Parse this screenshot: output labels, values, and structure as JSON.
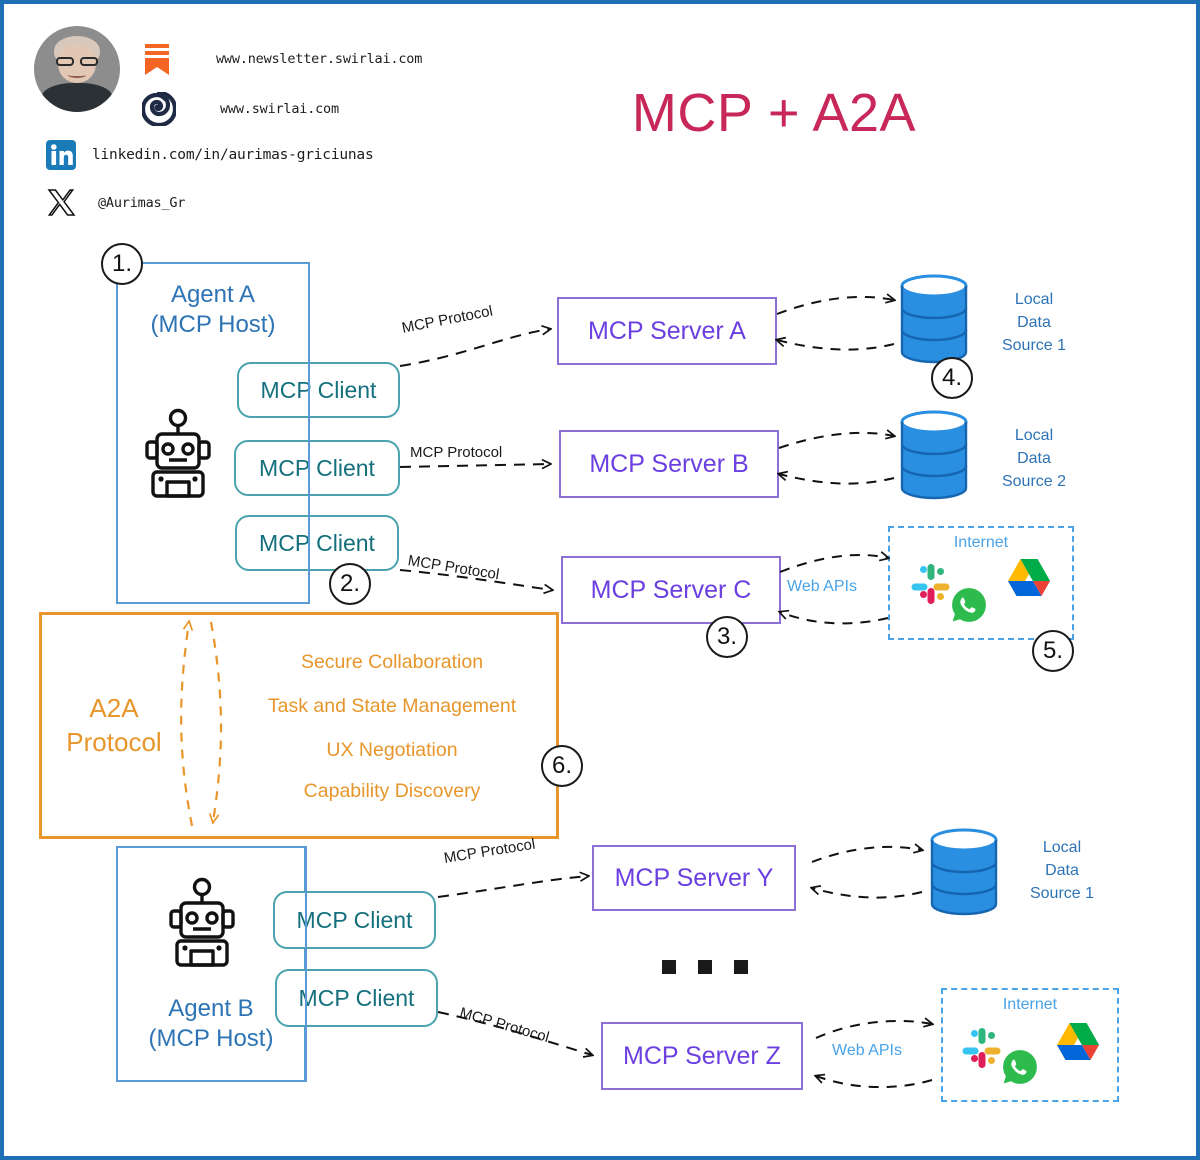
{
  "branding": {
    "newsletter": "www.newsletter.swirlai.com",
    "website": "www.swirlai.com",
    "linkedin": "linkedin.com/in/aurimas-griciunas",
    "twitter": "@Aurimas_Gr"
  },
  "title": "MCP + A2A",
  "colors": {
    "frame": "#1f6fb4",
    "title": "#c8275a",
    "host_border": "#5b9bd5",
    "host_text": "#2e74b5",
    "client_border": "#4aa3ae",
    "client_text": "#14707d",
    "server_border": "#8e6fd6",
    "server_text": "#6b3fe0",
    "a2a": "#e8962b",
    "internet": "#49a3e8",
    "database": "#2a8fe0"
  },
  "agent_a": {
    "label": "Agent A\n(MCP Host)",
    "clients": [
      "MCP Client",
      "MCP Client",
      "MCP Client"
    ],
    "step": "1."
  },
  "agent_b": {
    "label": "Agent B\n(MCP Host)",
    "clients": [
      "MCP Client",
      "MCP Client"
    ]
  },
  "servers_top": [
    {
      "name": "MCP Server A",
      "protocol": "MCP Protocol"
    },
    {
      "name": "MCP Server B",
      "protocol": "MCP Protocol"
    },
    {
      "name": "MCP Server C",
      "protocol": "MCP Protocol"
    }
  ],
  "servers_bottom": [
    {
      "name": "MCP Server Y",
      "protocol": "MCP Protocol"
    },
    {
      "name": "MCP Server Z",
      "protocol": "MCP Protocol"
    }
  ],
  "data_sources": [
    {
      "label": "Local\nData\nSource 1"
    },
    {
      "label": "Local\nData\nSource 2"
    },
    {
      "label": "Local\nData\nSource 1"
    }
  ],
  "internet": {
    "label": "Internet",
    "web_apis": "Web APIs",
    "apps": [
      "slack-icon",
      "google-drive-icon",
      "whatsapp-icon"
    ]
  },
  "a2a": {
    "title": "A2A\nProtocol",
    "items": [
      "Secure Collaboration",
      "Task and State Management",
      "UX Negotiation",
      "Capability Discovery"
    ]
  },
  "steps": [
    "1.",
    "2.",
    "3.",
    "4.",
    "5.",
    "6."
  ],
  "ellipsis": "..."
}
